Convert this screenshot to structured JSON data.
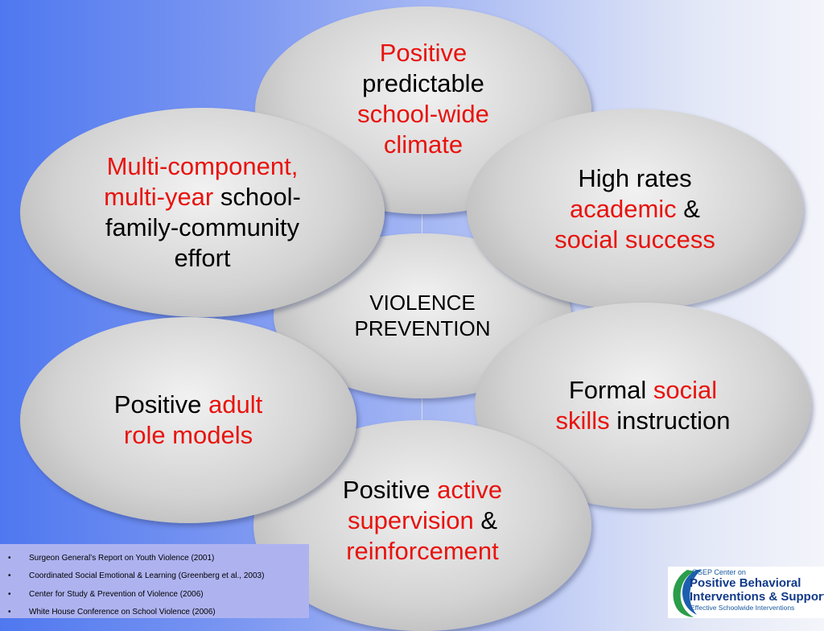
{
  "diagram": {
    "center": {
      "line1": "VIOLENCE",
      "line2": "PREVENTION"
    },
    "nodes": {
      "top": {
        "p1": "Positive",
        "p2": "predictable",
        "p3": "school-wide",
        "p4": "climate"
      },
      "upper_left": {
        "p1": "Multi-component,",
        "p2": "multi-year",
        "p3": " school-",
        "p4": "family-community",
        "p5": "effort"
      },
      "upper_right": {
        "p1": "High rates",
        "p2": "academic",
        "p3": " &",
        "p4": "social success"
      },
      "lower_left": {
        "p1": "Positive ",
        "p2": "adult",
        "p3": "role models"
      },
      "lower_right": {
        "p1": "Formal ",
        "p2": "social",
        "p3": "skills",
        "p4": " instruction"
      },
      "bottom": {
        "p1": "Positive ",
        "p2": "active",
        "p3": "supervision",
        "p4": " &",
        "p5": "reinforcement"
      }
    }
  },
  "references": [
    "Surgeon General’s Report on Youth Violence (2001)",
    "Coordinated Social Emotional & Learning (Greenberg et al., 2003)",
    "Center for Study & Prevention of Violence (2006)",
    "White House Conference on School Violence (2006)"
  ],
  "bullet_symbol": "•",
  "logo": {
    "line1": "OSEP Center on",
    "line2": "Positive Behavioral",
    "line3": "Interventions & Supports",
    "line4": "Effective Schoolwide Interventions"
  },
  "colors": {
    "emphasis": "#e8130e",
    "text": "#000000",
    "ellipse": "#d3d3d3",
    "references_background": "#aeb3f0",
    "logo_text": "#123a8a"
  }
}
